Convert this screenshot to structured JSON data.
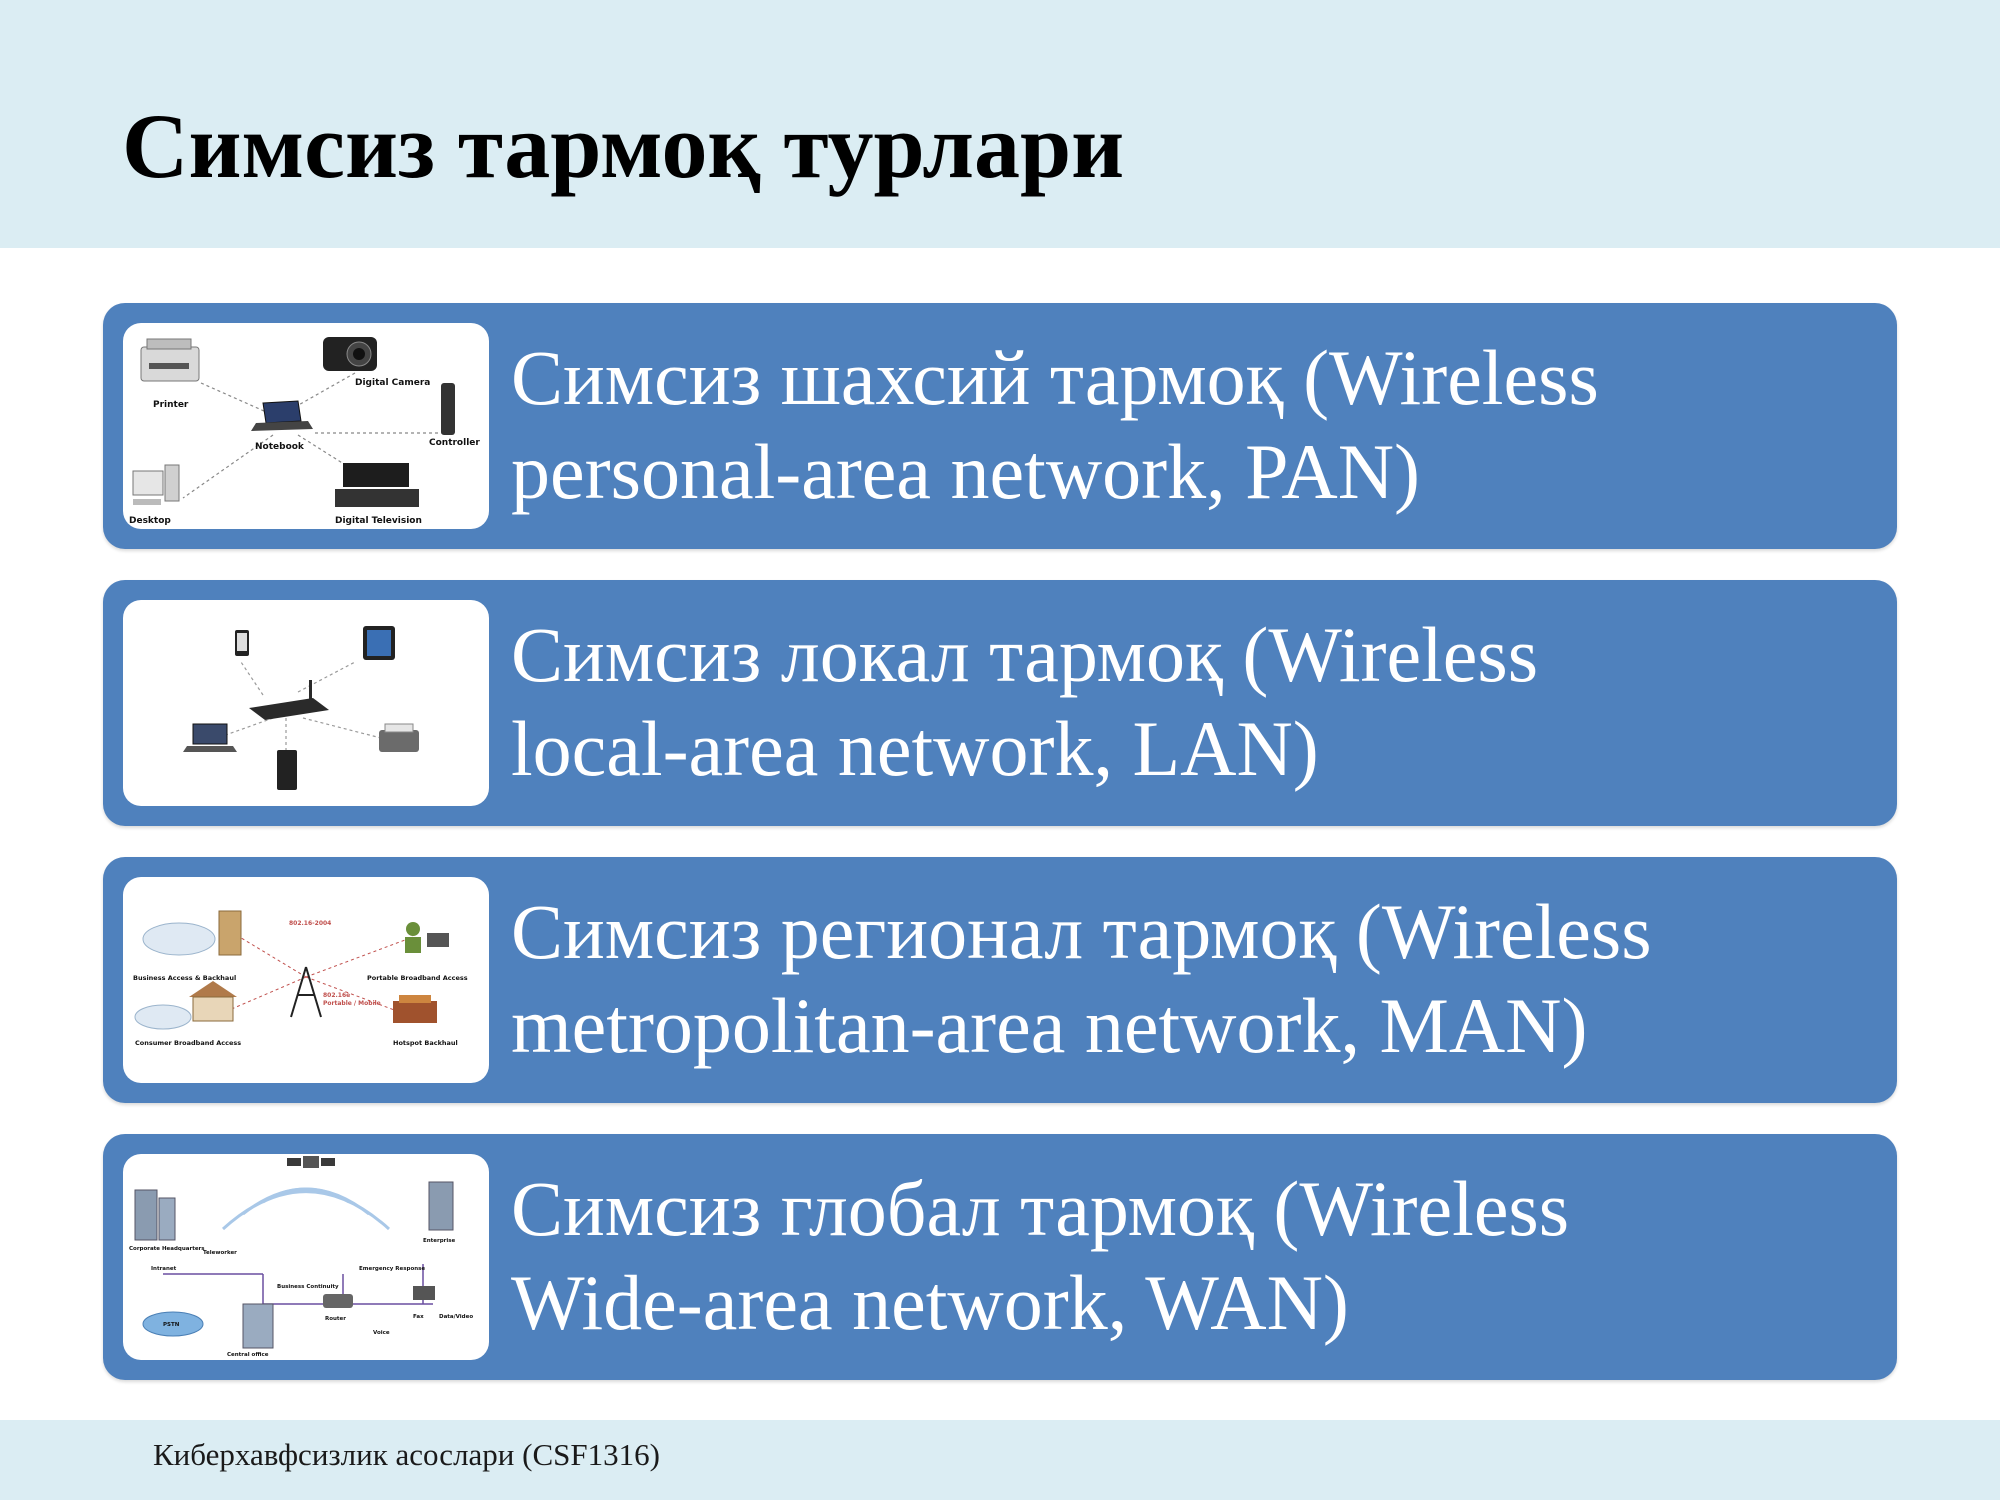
{
  "slide": {
    "title": "Симсиз тармоқ турлари",
    "footer": "Киберхавфсизлик асослари (CSF1316)",
    "accent_color": "#4f81bd",
    "band_color": "#dbedf3"
  },
  "items": [
    {
      "line1": "Симсиз шахсий тармоқ (Wireless",
      "line2": "personal-area network, PAN)",
      "diagram_labels": {
        "printer": "Printer",
        "camera": "Digital Camera",
        "notebook": "Notebook",
        "controller": "Controller",
        "desktop": "Desktop",
        "tv": "Digital Television"
      }
    },
    {
      "line1": "Симсиз локал тармоқ (Wireless",
      "line2": "local-area network, LAN)"
    },
    {
      "line1": "Симсиз регионал тармоқ (Wireless",
      "line2": "metropolitan-area network, MAN)",
      "diagram_labels": {
        "business": "Business Access & Backhaul",
        "portable": "Portable Broadband Access",
        "consumer": "Consumer Broadband Access",
        "hotspot": "Hotspot Backhaul",
        "std1": "802.16-2004",
        "std2": "802.16e",
        "std2b": "Portable / Mobile"
      }
    },
    {
      "line1": "Симсиз глобал тармоқ (Wireless",
      "line2": "Wide-area network, WAN)",
      "diagram_labels": {
        "corp": "Corporate Headquarters",
        "enterprise": "Enterprise",
        "intranet": "Intranet",
        "telework": "Teleworker",
        "emergency": "Emergency Response",
        "pstn": "PSTN",
        "business": "Business Continuity",
        "central": "Central office",
        "router": "Router",
        "voice": "Voice",
        "fax": "Fax",
        "data": "Data/Video"
      }
    }
  ]
}
